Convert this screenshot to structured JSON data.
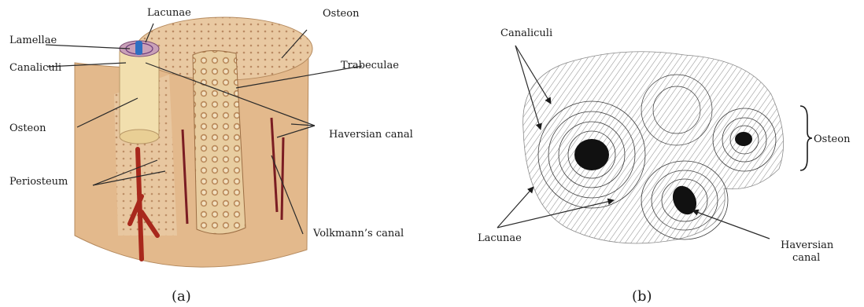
{
  "panel_a": {
    "caption": "(a)",
    "labels": {
      "lacunae": "Lacunae",
      "osteon_top": "Osteon",
      "lamellae": "Lamellae",
      "canaliculi": "Canaliculi",
      "trabeculae": "Trabeculae",
      "osteon_left": "Osteon",
      "haversian_canal": "Haversian canal",
      "periosteum": "Periosteum",
      "volkmanns_canal": "Volkmann’s canal"
    }
  },
  "panel_b": {
    "caption": "(b)",
    "labels": {
      "canaliculi": "Canaliculi",
      "osteon": "Osteon",
      "lacunae": "Lacunae",
      "haversian_line1": "Haversian",
      "haversian_line2": "canal"
    }
  }
}
